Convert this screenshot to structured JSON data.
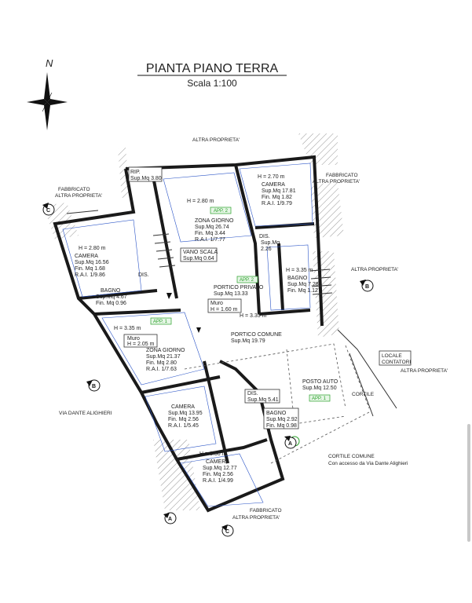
{
  "title": "PIANTA PIANO TERRA",
  "scale": "Scala 1:100",
  "compass": "N",
  "neighbors": {
    "top": "ALTRA PROPRIETA'",
    "fabbricato_left_1": "FABBRICATO",
    "fabbricato_left_2": "ALTRA PROPRIETA'",
    "fabbricato_right_1": "FABBRICATO",
    "fabbricato_right_2": "ALTRA PROPRIETA'",
    "right_1": "ALTRA PROPRIETA'",
    "right_2": "ALTRA PROPRIETA'",
    "fabbricato_bottom_1": "FABBRICATO",
    "fabbricato_bottom_2": "ALTRA PROPRIETA'",
    "street": "VIA DANTE ALIGHIERI",
    "cortile": "CORTILE",
    "cortile_comune_1": "CORTILE COMUNE",
    "cortile_comune_2": "Con accesso da Via Dante Alighieri",
    "locale_1": "LOCALE",
    "locale_2": "CONTATORI"
  },
  "rooms": {
    "rip": {
      "name": "RIP.",
      "l1": "Sup.Mq 3.80"
    },
    "zona_giorno_1": {
      "h": "H = 2.80 m",
      "name": "ZONA GIORNO",
      "l1": "Sup.Mq 26.74",
      "l2": "Fin. Mq 3.44",
      "l3": "R.A.I. 1/7.77",
      "tag": "APP. 2"
    },
    "camera_tr": {
      "h": "H = 2.70 m",
      "name": "CAMERA",
      "l1": "Sup.Mq 17.81",
      "l2": "Fin. Mq 1.82",
      "l3": "R.A.I. 1/9.79"
    },
    "camera_l": {
      "h": "H = 2.80 m",
      "name": "CAMERA",
      "l1": "Sup.Mq 16.56",
      "l2": "Fin. Mq 1.68",
      "l3": "R.A.I. 1/9.86"
    },
    "vano_scala": {
      "name": "VANO SCALA",
      "l1": "Sup.Mq 0.64"
    },
    "dis_1": {
      "name": "DIS.",
      "l1": "Sup.Mq",
      "l2": "2.26"
    },
    "dis_2": {
      "name": "DIS."
    },
    "bagno_1": {
      "h": "H = 3.35 m",
      "name": "BAGNO",
      "l1": "Sup.Mq 7.28",
      "l2": "Fin. Mq 1.12"
    },
    "bagno_2": {
      "name": "BAGNO",
      "l1": "Sup.Mq 4.67",
      "l2": "Fin. Mq 0.96"
    },
    "portico_privato": {
      "name": "PORTICO PRIVATO",
      "l1": "Sup.Mq 13.33",
      "tag": "APP. 2"
    },
    "muro_1": {
      "name": "Muro",
      "l1": "H = 1.60 m"
    },
    "h_335_a": "H = 3.35 m",
    "h_335_b": "H = 3.35 m",
    "muro_2": {
      "name": "Muro",
      "l1": "H = 2.05 m"
    },
    "app1_tag": "APP. 1",
    "portico_comune": {
      "name": "PORTICO COMUNE",
      "l1": "Sup.Mq 19.79"
    },
    "zona_giorno_2": {
      "name": "ZONA GIORNO",
      "l1": "Sup.Mq 21.37",
      "l2": "Fin. Mq 2.80",
      "l3": "R.A.I. 1/7.63"
    },
    "posto_auto": {
      "name": "POSTO AUTO",
      "l1": "Sup.Mq 12.50",
      "tag": "APP. 1"
    },
    "dis_3": {
      "name": "DIS.",
      "l1": "Sup.Mq 5.41"
    },
    "camera_m": {
      "name": "CAMERA",
      "l1": "Sup.Mq 13.95",
      "l2": "Fin. Mq 2.56",
      "l3": "R.A.I. 1/5.45"
    },
    "bagno_3": {
      "name": "BAGNO",
      "l1": "Sup.Mq 2.92",
      "l2": "Fin. Mq 0.98"
    },
    "camera_b": {
      "h": "H = 3.50 m",
      "name": "CAMERA",
      "l1": "Sup.Mq 12.77",
      "l2": "Fin. Mq 2.56",
      "l3": "R.A.I. 1/4.99"
    }
  },
  "sections": {
    "a": "A",
    "b": "B",
    "c": "C"
  }
}
